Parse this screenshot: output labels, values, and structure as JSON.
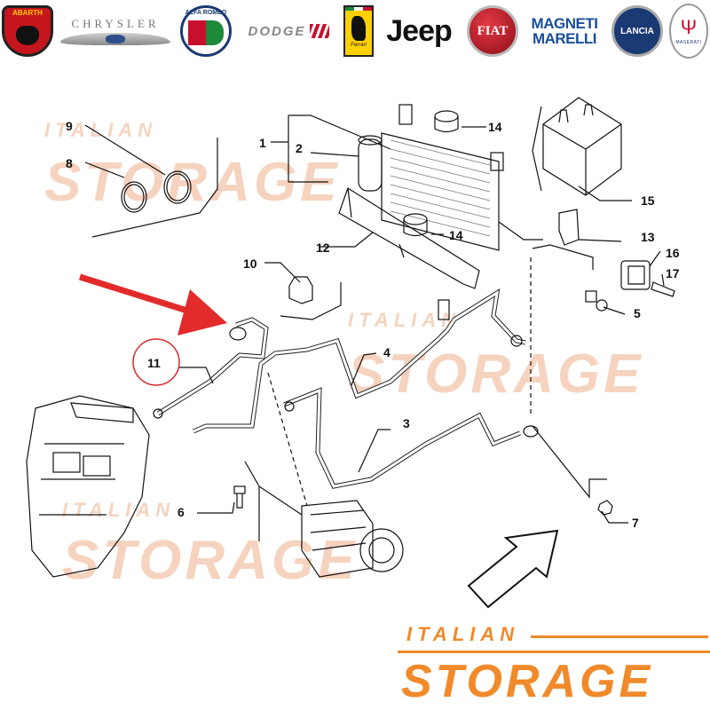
{
  "brands": {
    "abarth": "ABARTH",
    "chrysler": "CHRYSLER",
    "alfa_romeo": "ALFA ROMEO",
    "dodge": "DODGE",
    "ferrari": "Ferrari",
    "jeep": "Jeep",
    "fiat": "FIAT",
    "magneti_line1": "MAGNETI",
    "magneti_line2": "MARELLI",
    "lancia": "LANCIA",
    "maserati": "MASERATI"
  },
  "watermark": {
    "small": "ITALIAN",
    "big": "STORAGE"
  },
  "callouts": {
    "c1": "1",
    "c2": "2",
    "c3": "3",
    "c4": "4",
    "c5": "5",
    "c6": "6",
    "c7": "7",
    "c8": "8",
    "c9": "9",
    "c10": "10",
    "c11": "11",
    "c12": "12",
    "c13": "13",
    "c14a": "14",
    "c14b": "14",
    "c15": "15",
    "c16": "16",
    "c17": "17"
  },
  "highlight": {
    "part_number": "11",
    "circle_color": "#d9262b",
    "arrow_color": "#e32b2b"
  },
  "footer": {
    "small": "ITALIAN",
    "big": "STORAGE",
    "color": "#f08a2a"
  }
}
